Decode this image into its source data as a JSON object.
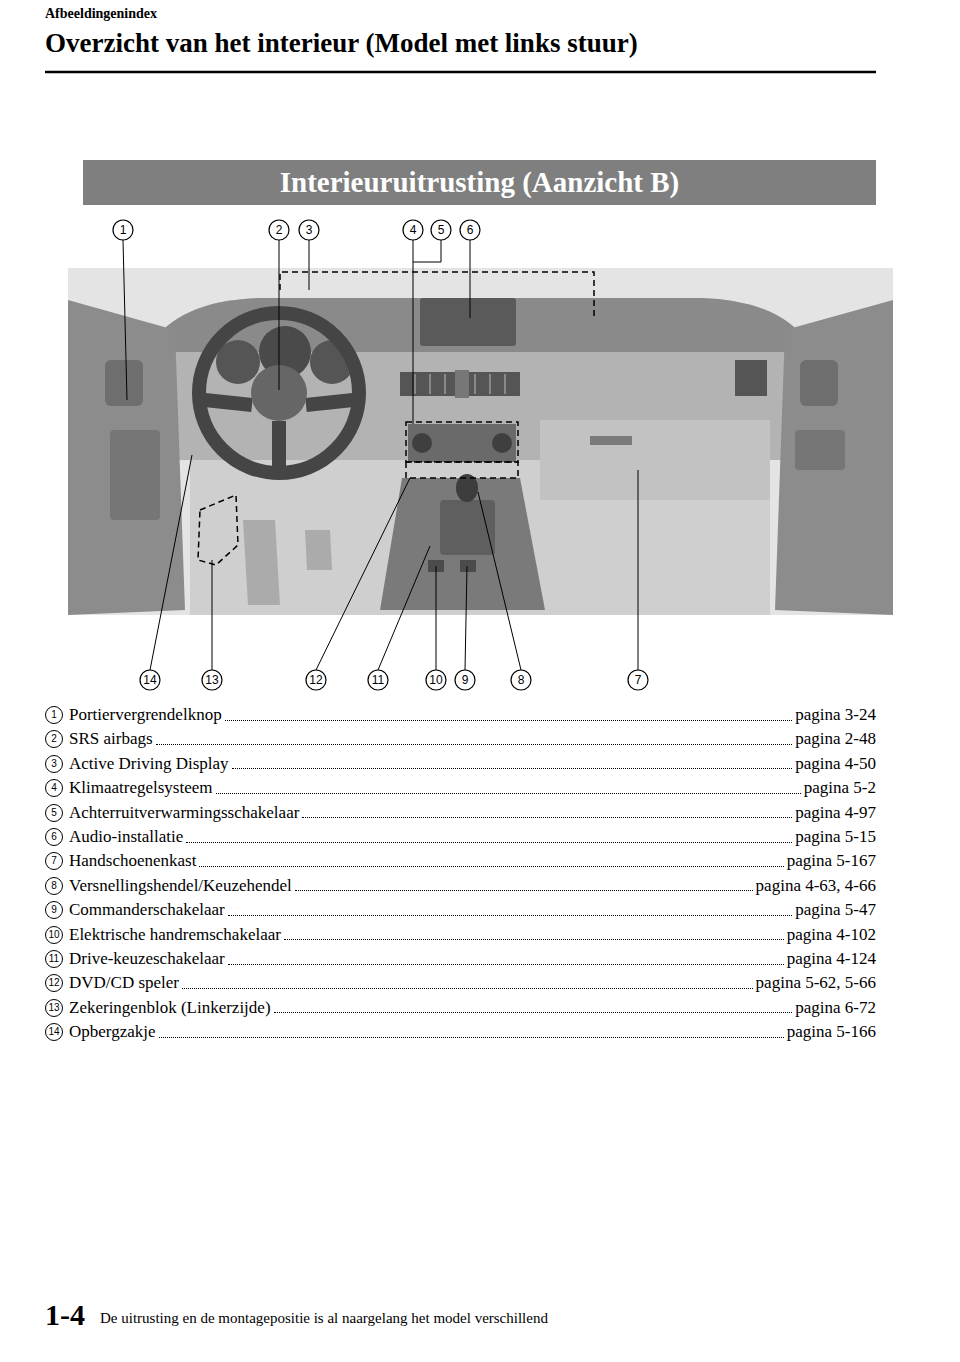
{
  "diagram": {
    "title": "Overzicht van het interieur (Model met links stuur)",
    "caption": "De uitrusting en de montagepositie is al naargelang het model verschillend",
    "nodes": [
      {
        "text": [
          "Interieuruitrusting (Aanzicht B)"
        ]
      }
    ],
    "labels": [
      "Afbeeldingenindex",
      "1",
      "2",
      "3",
      "4",
      "5",
      "6",
      "14",
      "13",
      "12",
      "11",
      "10",
      "9",
      "8",
      "7",
      "1",
      "Portiervergrendelknop",
      "pagina 3-24",
      "2",
      "SRS airbags",
      "pagina 2-48",
      "3",
      "Active Driving Display",
      "pagina 4-50",
      "4",
      "Klimaatregelsysteem",
      "pagina 5-2",
      "5",
      "Achterruitverwarmingsschakelaar",
      "pagina 4-97",
      "6",
      "Audio-installatie",
      "pagina 5-15",
      "7",
      "Handschoenenkast",
      "pagina 5-167",
      "8",
      "Versnellingshendel/Keuzehendel",
      "pagina 4-63, 4-66",
      "9",
      "Commanderschakelaar",
      "pagina 5-47",
      "10",
      "Elektrische handremschakelaar",
      "pagina 4-102",
      "11",
      "Drive-keuzeschakelaar",
      "pagina 4-124",
      "12",
      "DVD/CD speler",
      "pagina 5-62, 5-66",
      "13",
      "Zekeringenblok (Linkerzijde)",
      "pagina 6-72",
      "14",
      "Opbergzakje",
      "pagina 5-166",
      "1-4"
    ]
  }
}
